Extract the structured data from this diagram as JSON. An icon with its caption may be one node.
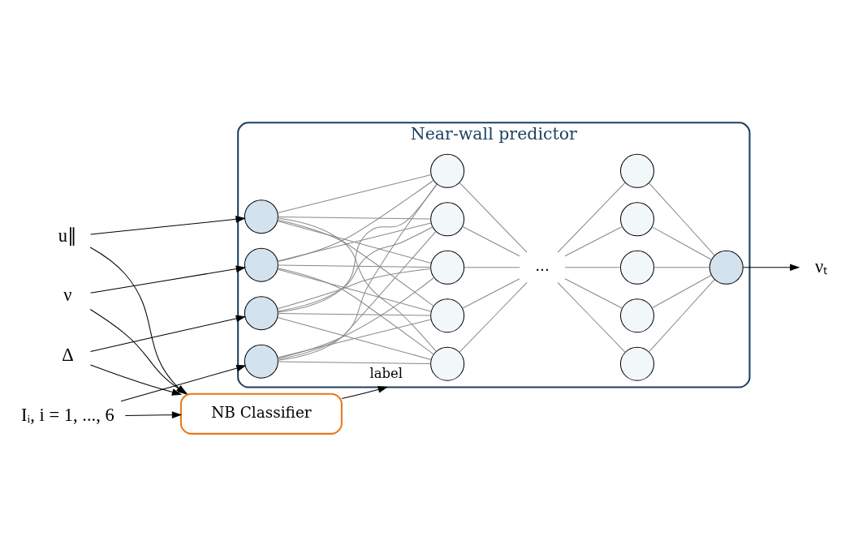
{
  "diagram": {
    "nodes": [
      {
        "text": [
          "Near-wall predictor"
        ]
      },
      {
        "text": [],
        "shape": "circle",
        "in": 0
      },
      {
        "text": [],
        "shape": "circle",
        "in": 0
      },
      {
        "text": [],
        "shape": "circle",
        "in": 0
      },
      {
        "text": [],
        "shape": "circle",
        "in": 0
      },
      {
        "text": [],
        "shape": "circle",
        "in": 0
      },
      {
        "text": [],
        "shape": "circle",
        "in": 0
      },
      {
        "text": [],
        "shape": "circle",
        "in": 0
      },
      {
        "text": [],
        "shape": "circle",
        "in": 0
      },
      {
        "text": [],
        "shape": "circle",
        "in": 0
      },
      {
        "text": [
          "..."
        ],
        "in": 0
      },
      {
        "text": [],
        "shape": "circle",
        "in": 0
      },
      {
        "text": [],
        "shape": "circle",
        "in": 0
      },
      {
        "text": [],
        "shape": "circle",
        "in": 0
      },
      {
        "text": [],
        "shape": "circle",
        "in": 0
      },
      {
        "text": [],
        "shape": "circle",
        "in": 0
      },
      {
        "text": [],
        "shape": "circle",
        "in": 0
      },
      {
        "text": [
          "u∥"
        ]
      },
      {
        "text": [
          "ν"
        ]
      },
      {
        "text": [
          "Δ"
        ]
      },
      {
        "text": [
          "Iᵢ, i = 1, ..., 6"
        ]
      },
      {
        "text": [
          "νₜ"
        ]
      },
      {
        "text": [
          "NB Classifier"
        ]
      }
    ],
    "edges": [
      {
        "from": 17,
        "to": 1,
        "arrow": "to",
        "color": "#000000"
      },
      {
        "from": 18,
        "to": 2,
        "arrow": "to",
        "color": "#000000"
      },
      {
        "from": 19,
        "to": 3,
        "arrow": "to",
        "color": "#000000"
      },
      {
        "from": 20,
        "to": 4,
        "arrow": "to",
        "color": "#000000"
      },
      {
        "from": 17,
        "to": 22,
        "arrow": "to",
        "color": "#000000"
      },
      {
        "from": 18,
        "to": 22,
        "arrow": "to",
        "color": "#000000"
      },
      {
        "from": 19,
        "to": 22,
        "arrow": "to",
        "color": "#000000"
      },
      {
        "from": 20,
        "to": 22,
        "arrow": "to",
        "color": "#000000"
      },
      {
        "from": 1,
        "to": 5,
        "arrow": "none"
      },
      {
        "from": 1,
        "to": 6,
        "arrow": "none"
      },
      {
        "from": 1,
        "to": 7,
        "arrow": "none"
      },
      {
        "from": 1,
        "to": 8,
        "arrow": "none"
      },
      {
        "from": 1,
        "to": 9,
        "arrow": "none"
      },
      {
        "from": 2,
        "to": 5,
        "arrow": "none"
      },
      {
        "from": 2,
        "to": 6,
        "arrow": "none"
      },
      {
        "from": 2,
        "to": 7,
        "arrow": "none"
      },
      {
        "from": 2,
        "to": 8,
        "arrow": "none"
      },
      {
        "from": 2,
        "to": 9,
        "arrow": "none"
      },
      {
        "from": 3,
        "to": 5,
        "arrow": "none"
      },
      {
        "from": 3,
        "to": 6,
        "arrow": "none"
      },
      {
        "from": 3,
        "to": 7,
        "arrow": "none"
      },
      {
        "from": 3,
        "to": 8,
        "arrow": "none"
      },
      {
        "from": 3,
        "to": 9,
        "arrow": "none"
      },
      {
        "from": 4,
        "to": 5,
        "arrow": "none"
      },
      {
        "from": 4,
        "to": 6,
        "arrow": "none"
      },
      {
        "from": 4,
        "to": 7,
        "arrow": "none"
      },
      {
        "from": 4,
        "to": 8,
        "arrow": "none"
      },
      {
        "from": 4,
        "to": 9,
        "arrow": "none"
      },
      {
        "from": 5,
        "to": 10,
        "arrow": "none"
      },
      {
        "from": 6,
        "to": 10,
        "arrow": "none"
      },
      {
        "from": 7,
        "to": 10,
        "arrow": "none"
      },
      {
        "from": 8,
        "to": 10,
        "arrow": "none"
      },
      {
        "from": 9,
        "to": 10,
        "arrow": "none"
      },
      {
        "from": 10,
        "to": 11,
        "arrow": "none"
      },
      {
        "from": 10,
        "to": 12,
        "arrow": "none"
      },
      {
        "from": 10,
        "to": 13,
        "arrow": "none"
      },
      {
        "from": 10,
        "to": 14,
        "arrow": "none"
      },
      {
        "from": 10,
        "to": 15,
        "arrow": "none"
      },
      {
        "from": 11,
        "to": 16,
        "arrow": "none"
      },
      {
        "from": 12,
        "to": 16,
        "arrow": "none"
      },
      {
        "from": 13,
        "to": 16,
        "arrow": "none"
      },
      {
        "from": 14,
        "to": 16,
        "arrow": "none"
      },
      {
        "from": 15,
        "to": 16,
        "arrow": "none"
      },
      {
        "from": 16,
        "to": 21,
        "arrow": "to",
        "color": "#000000"
      },
      {
        "from": 22,
        "to": 0,
        "arrow": "to",
        "label": "label",
        "color": "#000000"
      }
    ]
  }
}
